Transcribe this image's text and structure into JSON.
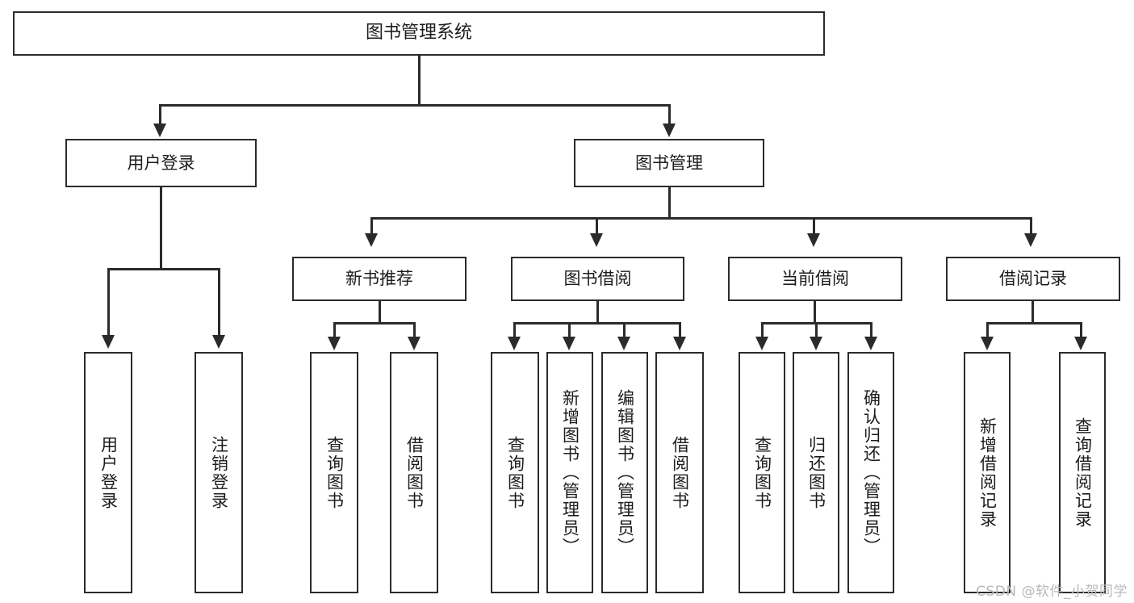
{
  "diagram": {
    "title": "图书管理系统",
    "type": "tree-hierarchy",
    "watermark": "CSDN @软件_小贺同学",
    "colors": {
      "box_border": "#2b2b2b",
      "box_fill": "#ffffff",
      "connector": "#2b2b2b",
      "text": "#1c1c1c",
      "watermark": "#b9b9b9",
      "background": "#ffffff"
    }
  },
  "nodes": {
    "root": {
      "label": "图书管理系统"
    },
    "level1": [
      {
        "label": "用户登录"
      },
      {
        "label": "图书管理"
      }
    ],
    "level2": [
      {
        "label": "新书推荐"
      },
      {
        "label": "图书借阅"
      },
      {
        "label": "当前借阅"
      },
      {
        "label": "借阅记录"
      }
    ],
    "leaves": {
      "user_login": [
        {
          "label": "用户登录"
        },
        {
          "label": "注销登录"
        }
      ],
      "new_book_recommend": [
        {
          "label": "查询图书"
        },
        {
          "label": "借阅图书"
        }
      ],
      "book_borrow": [
        {
          "label": "查询图书"
        },
        {
          "label": "新增图书（管理员）"
        },
        {
          "label": "编辑图书（管理员）"
        },
        {
          "label": "借阅图书"
        }
      ],
      "current_borrow": [
        {
          "label": "查询图书"
        },
        {
          "label": "归还图书"
        },
        {
          "label": "确认归还（管理员）"
        }
      ],
      "borrow_records": [
        {
          "label": "新增借阅记录"
        },
        {
          "label": "查询借阅记录"
        }
      ]
    }
  }
}
